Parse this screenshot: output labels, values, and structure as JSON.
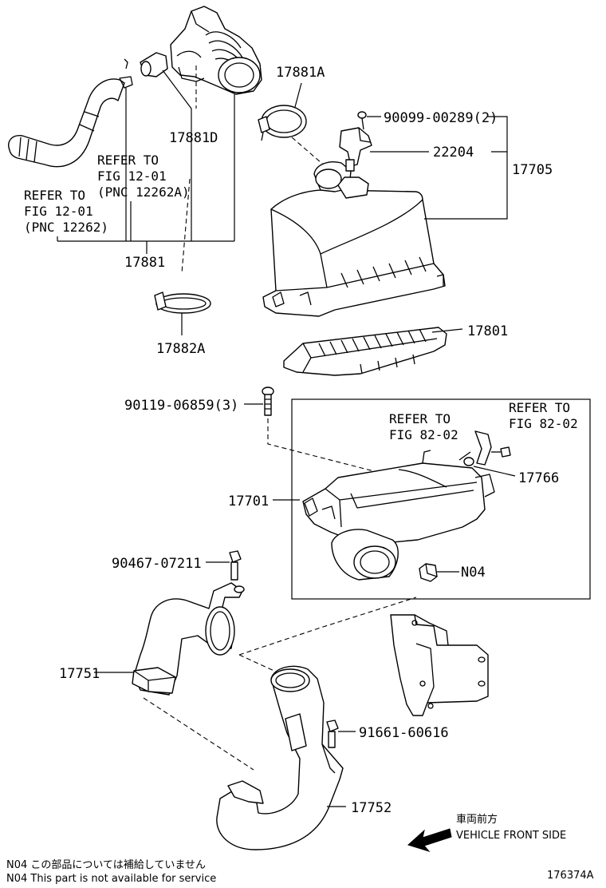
{
  "labels": {
    "p17881A": "17881A",
    "p17881D": "17881D",
    "p90099": "90099-00289(2)",
    "p22204": "22204",
    "p17705": "17705",
    "p17881": "17881",
    "p17882A": "17882A",
    "p17801": "17801",
    "p90119": "90119-06859(3)",
    "p17766": "17766",
    "p17701": "17701",
    "pN04": "N04",
    "p90467": "90467-07211",
    "p17751": "17751",
    "p91661": "91661-60616",
    "p17752": "17752"
  },
  "refs": {
    "ref_a": [
      "REFER TO",
      "FIG 12-01",
      "(PNC 12262A)"
    ],
    "ref_b": [
      "REFER TO",
      "FIG 12-01",
      "(PNC 12262)"
    ],
    "ref_c": [
      "REFER TO",
      "FIG 82-02"
    ],
    "ref_d": [
      "REFER TO",
      "FIG 82-02"
    ]
  },
  "direction": {
    "jp": "車両前方",
    "en": "VEHICLE FRONT SIDE"
  },
  "notes": {
    "jp": "N04 この部品については補給していません",
    "en": "N04 This part is not available for service"
  },
  "figure_id": "176374A"
}
